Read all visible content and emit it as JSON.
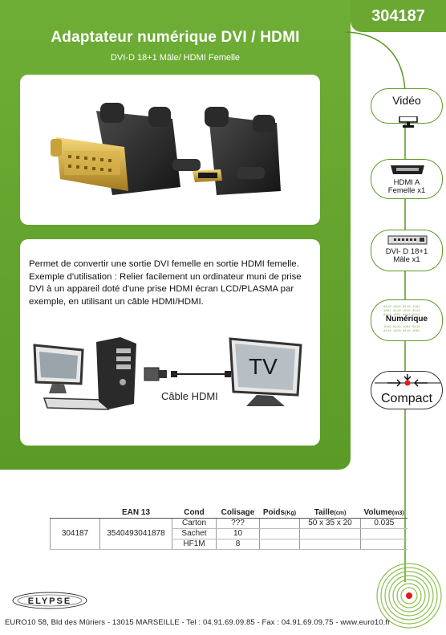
{
  "product_code": "304187",
  "title": "Adaptateur numérique DVI / HDMI",
  "subtitle": "DVI-D 18+1 Mâle/ HDMI Femelle",
  "description": "Permet de convertir une sortie DVI femelle en sortie HDMI femelle. Exemple d'utilisation : Relier facilement un ordinateur muni de prise DVI à un appareil doté d'une prise HDMI écran LCD/PLASMA par exemple, en utilisant un câble HDMI/HDMI.",
  "diagram": {
    "tv_label": "TV",
    "cable_label": "Câble HDMI"
  },
  "badges": {
    "video": "Vidéo",
    "hdmi": [
      "HDMI A",
      "Femelle x1"
    ],
    "dvi": [
      "DVI- D 18+1",
      "Mâle x1"
    ],
    "numerique": "Numérique",
    "compact": "Compact"
  },
  "table": {
    "headers": [
      "EAN 13",
      "Cond",
      "Colisage",
      "Poids",
      "Taille",
      "Volume"
    ],
    "header_units": [
      "",
      "",
      "",
      "(Kg)",
      "(cm)",
      "(m3)"
    ],
    "ref": "304187",
    "ean": "3540493041878",
    "rows": [
      {
        "cond": "Carton",
        "colisage": "???",
        "poids": "",
        "taille": "50 x 35 x 20",
        "volume": "0.035"
      },
      {
        "cond": "Sachet",
        "colisage": "10",
        "poids": "",
        "taille": "",
        "volume": ""
      },
      {
        "cond": "HF1M",
        "colisage": "8",
        "poids": "",
        "taille": "",
        "volume": ""
      }
    ]
  },
  "brand": "ELYPSE",
  "footer": "EURO10  58, Bld des Mûriers - 13015 MARSEILLE - Tel : 04.91.69.09.85 - Fax : 04.91.69.09.75 -  www.euro10.fr",
  "colors": {
    "green": "#5a9a26",
    "accent_red": "#e01b1b"
  }
}
